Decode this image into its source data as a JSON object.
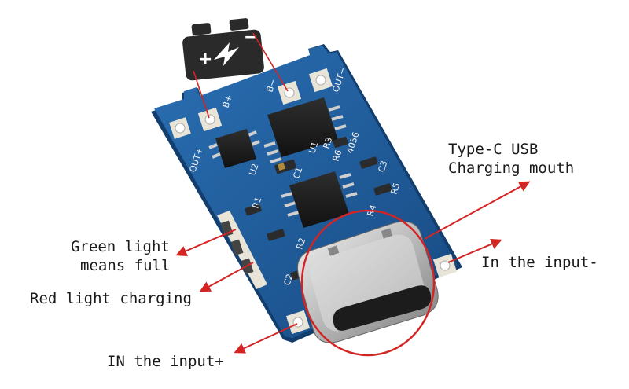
{
  "battery": {
    "plus": "+",
    "minus": "−"
  },
  "board": {
    "silk": {
      "b_plus": "B+",
      "b_minus": "B−",
      "out_minus": "OUT−",
      "out_plus": "OUT+",
      "num": "4056",
      "r1": "R1",
      "r2": "R2",
      "r3": "R3",
      "r4": "R4",
      "r5": "R5",
      "r6": "R6",
      "c1": "C1",
      "c2": "C2",
      "c3": "C3",
      "u1": "U1",
      "u2": "U2"
    }
  },
  "labels": {
    "type_c_line1": "Type-C USB",
    "type_c_line2": "Charging mouth",
    "green_line1": "Green light",
    "green_line2": "means full",
    "red": "Red light charging",
    "input_minus": "In the input-",
    "input_plus": "IN the input+"
  },
  "colors": {
    "pcb": "#1f5d9c",
    "pcb_edge": "#123e6e",
    "pad": "#e8e4d8",
    "arrow": "#d42424",
    "battery": "#2a2a2a"
  }
}
